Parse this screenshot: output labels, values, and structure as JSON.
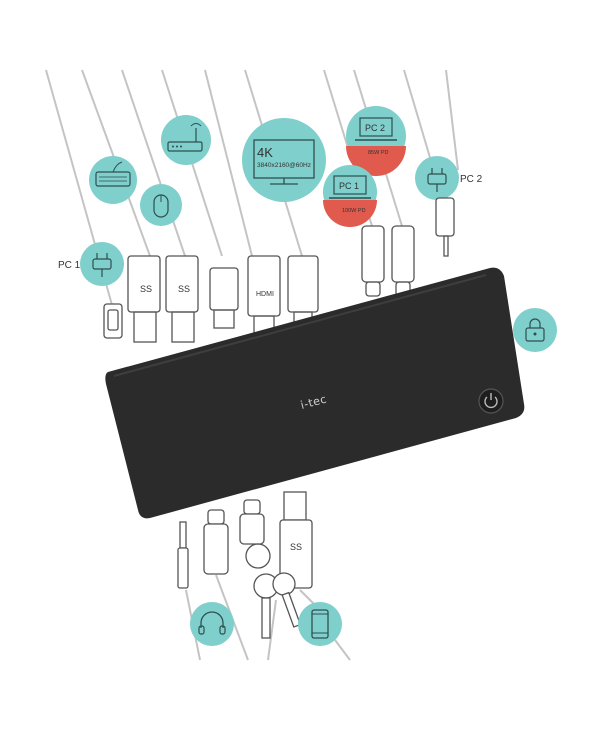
{
  "labels": {
    "pc1_left": "PC 1",
    "pc2_right": "PC 2",
    "monitor_resolution": "4K",
    "monitor_detail": "3840x2160@60Hz",
    "laptop_pc1": "PC 1",
    "laptop_pc2": "PC 2",
    "laptop_pc1_power": "100W PD",
    "laptop_pc2_power": "85W PD",
    "brand": "i-tec"
  },
  "connectors": {
    "hdmi": "HDMI",
    "usb3_a": "SS",
    "usb3_b": "SS",
    "usb3_front": "SS"
  },
  "colors": {
    "accent": "#7fcfcc",
    "dock": "#2b2b2b",
    "pd_badge": "#e05a4e",
    "cable": "#bdbdbd"
  },
  "icons": [
    "keyboard-icon",
    "mouse-icon",
    "router-icon",
    "monitor-icon",
    "laptop-icon",
    "power-plug-icon",
    "lock-icon",
    "headset-icon",
    "smartphone-icon",
    "keys-icon",
    "power-button-icon"
  ]
}
